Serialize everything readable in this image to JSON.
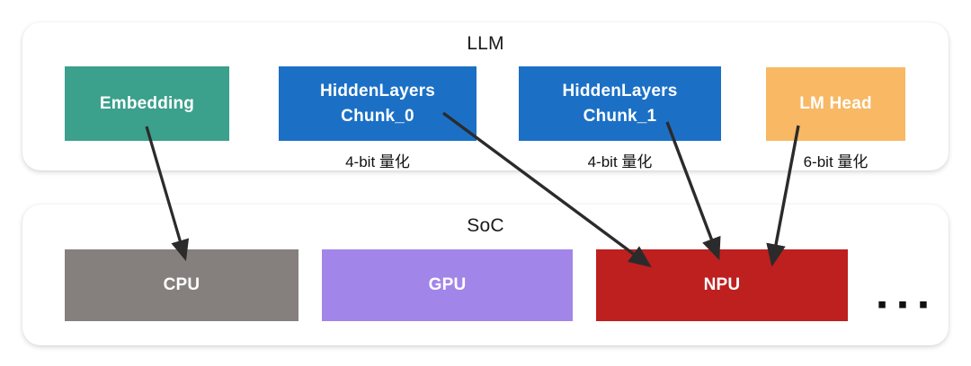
{
  "diagram": {
    "title_llm": "LLM",
    "title_soc": "SoC",
    "ellipsis": "▪ ▪ ▪"
  },
  "llm_panel": {
    "label": "LLM",
    "blocks": [
      {
        "id": "embedding",
        "line1": "Embedding",
        "line2": "",
        "color": "#3BA08C",
        "quant": ""
      },
      {
        "id": "chunk0",
        "line1": "HiddenLayers",
        "line2": "Chunk_0",
        "color": "#1B70C6",
        "quant": "4-bit 量化"
      },
      {
        "id": "chunk1",
        "line1": "HiddenLayers",
        "line2": "Chunk_1",
        "color": "#1B70C6",
        "quant": "4-bit 量化"
      },
      {
        "id": "lmhead",
        "line1": "LM Head",
        "line2": "",
        "color": "#F8B864",
        "quant": "6-bit 量化"
      }
    ]
  },
  "soc_panel": {
    "label": "SoC",
    "blocks": [
      {
        "id": "cpu",
        "label": "CPU",
        "color": "#85807E"
      },
      {
        "id": "gpu",
        "label": "GPU",
        "color": "#A285E8"
      },
      {
        "id": "npu",
        "label": "NPU",
        "color": "#BE1F1F"
      }
    ],
    "more_indicator": "▪ ▪ ▪"
  },
  "mappings": [
    {
      "from": "embedding",
      "to": "cpu"
    },
    {
      "from": "chunk0",
      "to": "npu"
    },
    {
      "from": "chunk1",
      "to": "npu"
    },
    {
      "from": "lmhead",
      "to": "npu"
    }
  ],
  "colors": {
    "embedding": "#3BA08C",
    "hidden_layers": "#1B70C6",
    "lm_head": "#F8B864",
    "cpu": "#85807E",
    "gpu": "#A285E8",
    "npu": "#BE1F1F",
    "arrow": "#2B2B2B",
    "panel_bg": "#FFFFFF",
    "page_bg": "#FFFFFF",
    "text_dark": "#111111"
  }
}
